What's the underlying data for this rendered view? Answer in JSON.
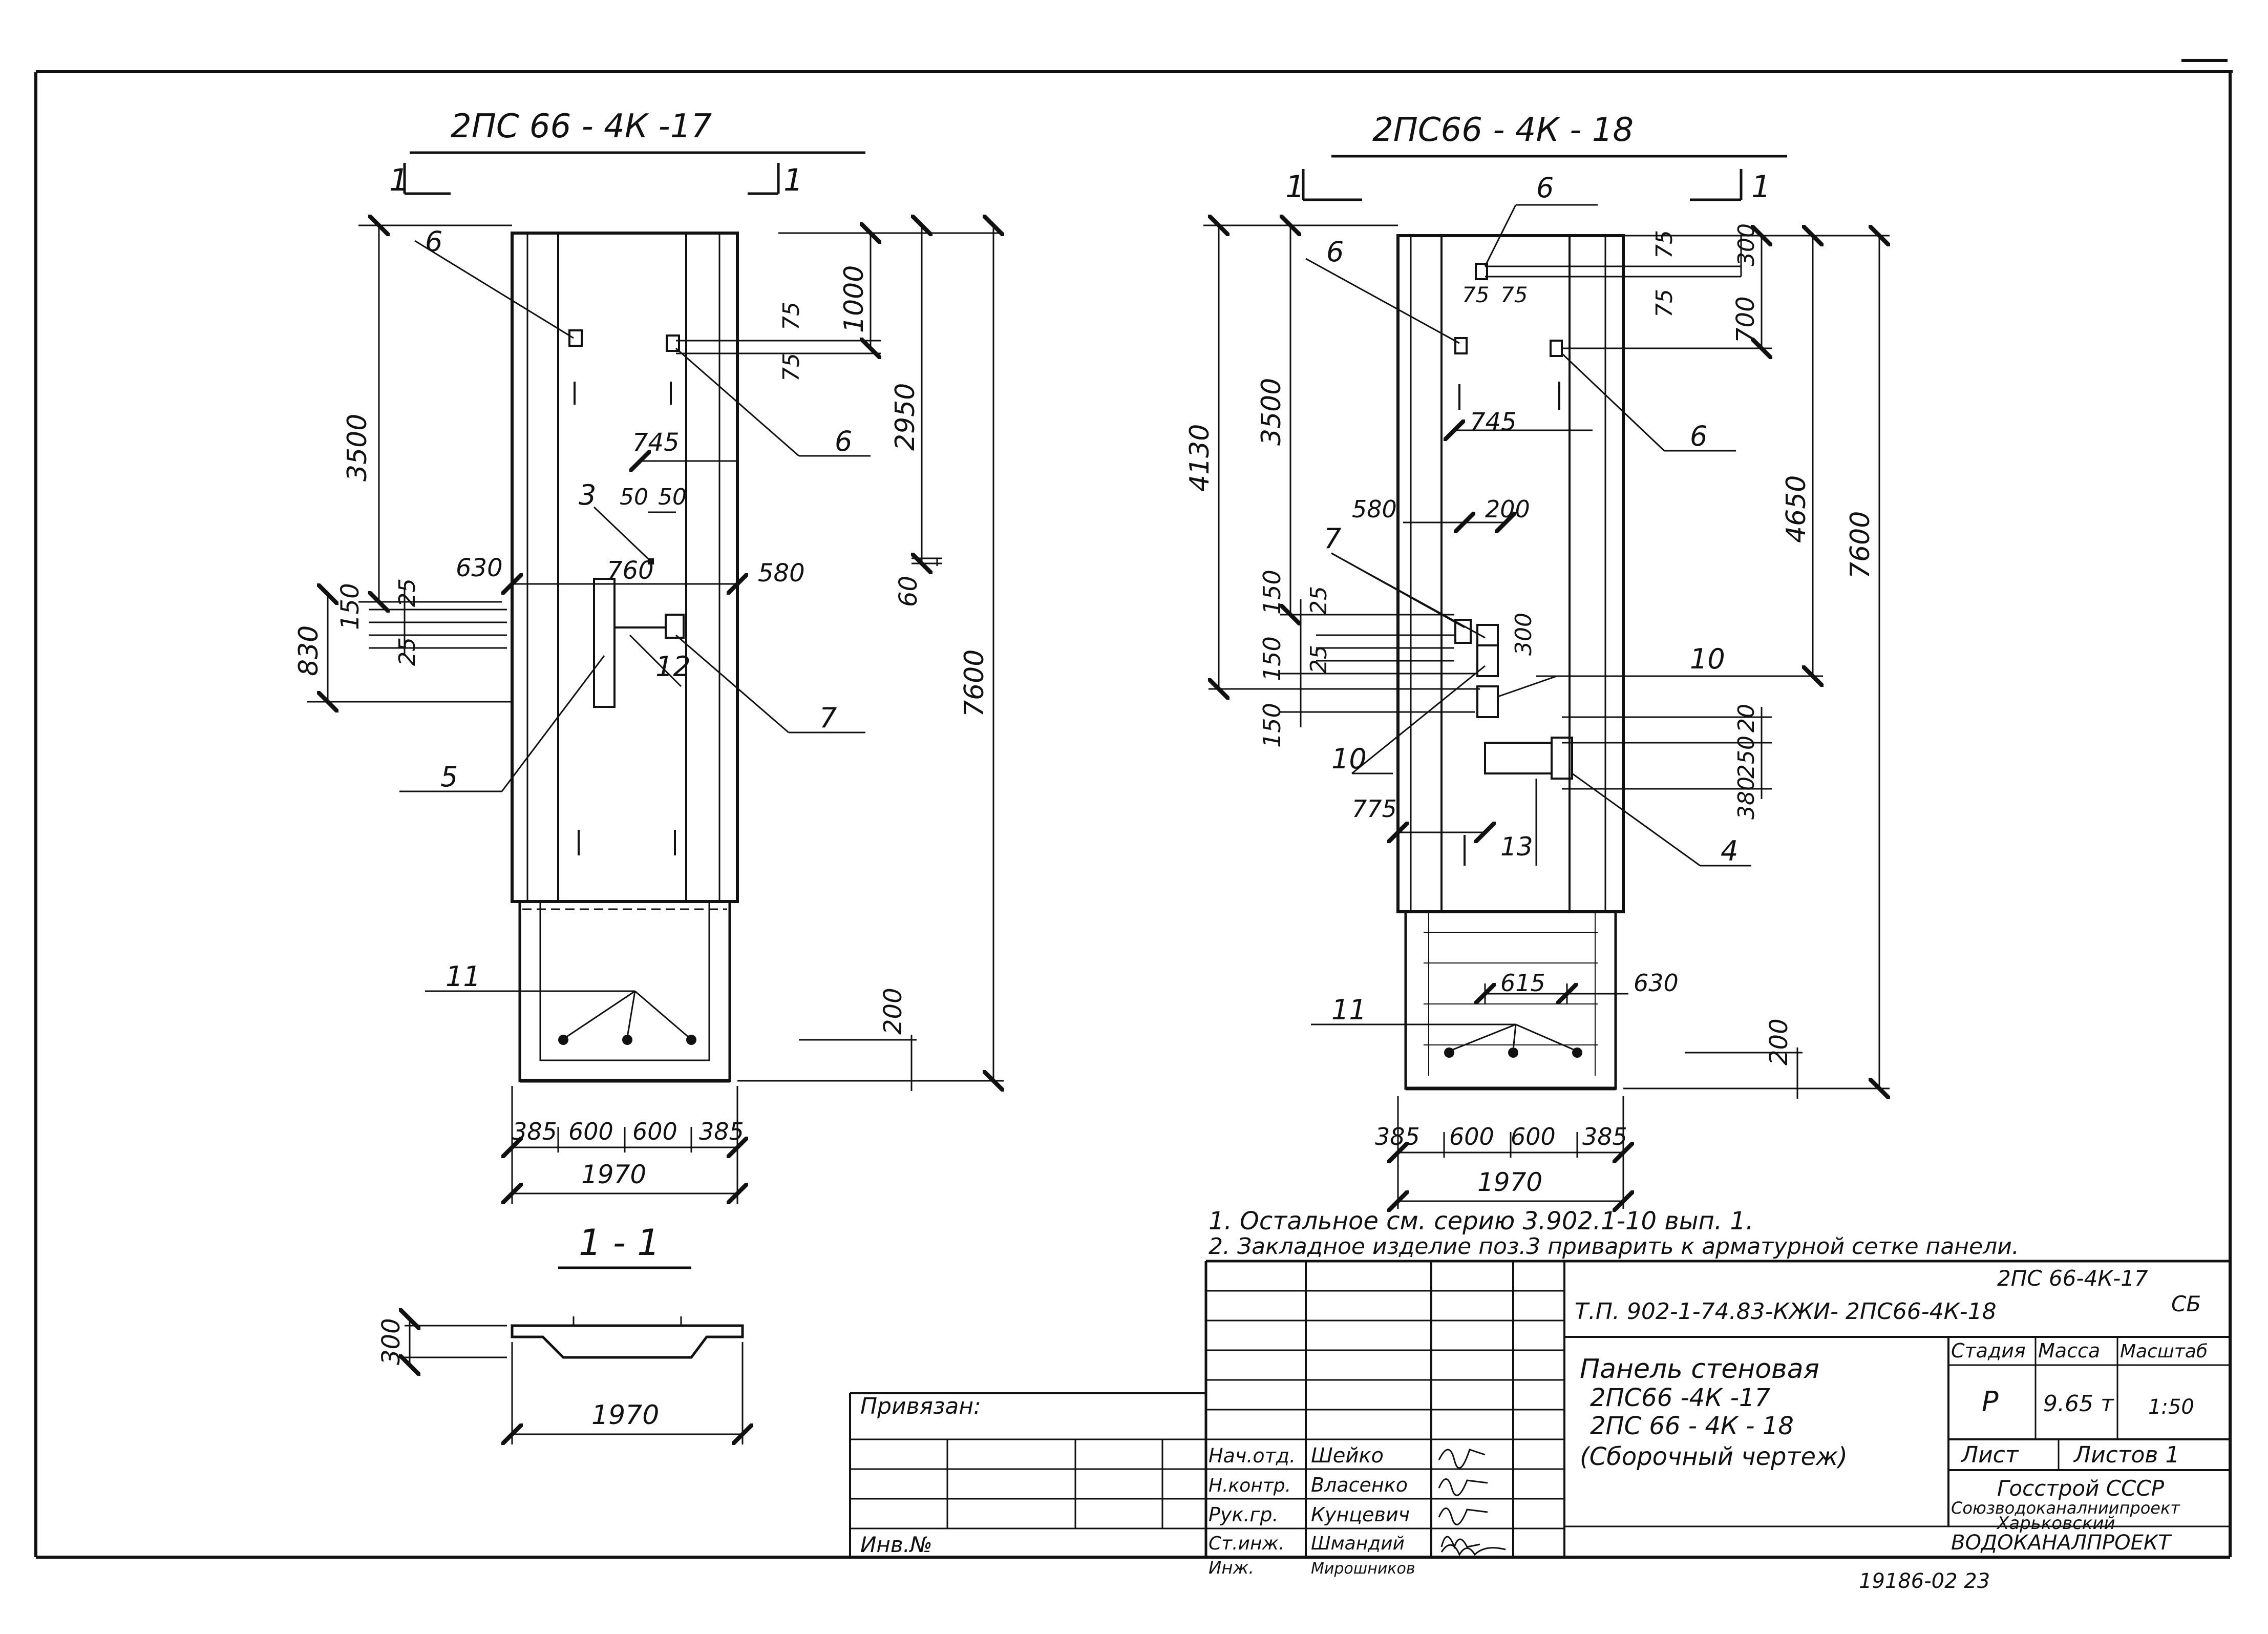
{
  "drawings": {
    "left_title": "2ПС 66 - 4К -17",
    "right_title": "2ПС66 - 4К - 18",
    "section_title": "1 - 1",
    "section_marks": {
      "left": "1",
      "right": "1"
    }
  },
  "left_panel": {
    "dims_vertical": [
      "3500",
      "1000",
      "2950",
      "7600",
      "830",
      "150",
      "25",
      "25",
      "75",
      "75",
      "60",
      "200"
    ],
    "dims_horizontal": [
      "745",
      "50",
      "50",
      "630",
      "760",
      "580"
    ],
    "bottom_dims": [
      "385",
      "600",
      "600",
      "385"
    ],
    "bottom_total": "1970",
    "callouts": [
      "6",
      "6",
      "3",
      "12",
      "7",
      "5",
      "11"
    ]
  },
  "right_panel": {
    "dims_vertical": [
      "4130",
      "3500",
      "300",
      "700",
      "4650",
      "7600",
      "150",
      "25",
      "150",
      "25",
      "150",
      "300",
      "20",
      "250",
      "380",
      "75",
      "75",
      "200"
    ],
    "dims_horizontal": [
      "75",
      "75",
      "745",
      "580",
      "200",
      "775",
      "615",
      "630"
    ],
    "bottom_dims": [
      "385",
      "600",
      "600",
      "385"
    ],
    "bottom_total": "1970",
    "callouts": [
      "6",
      "6",
      "6",
      "7",
      "10",
      "10",
      "4",
      "13",
      "11"
    ]
  },
  "section": {
    "height_dim": "300",
    "width_dim": "1970"
  },
  "notes": [
    "1. Остальное  см.  серию  3.902.1-10  вып. 1.",
    "2. Закладное изделие поз.3 приварить к арматурной сетке панели."
  ],
  "title_block": {
    "designation": "Т.П. 902-1-74.83-КЖИ- 2ПС66-4К-18",
    "designation_line1": "2ПС 66-4К-17",
    "mark": "СБ",
    "title_lines": [
      "Панель стеновая",
      "2ПС66 -4К -17",
      "2ПС 66 - 4К - 18",
      "(Сборочный чертеж)"
    ],
    "headers": [
      "Стадия",
      "Масса",
      "Масштаб"
    ],
    "stage": "Р",
    "mass": "9.65 т",
    "scale": "1:50",
    "sheet_label": "Лист",
    "sheets_label": "Листов 1",
    "org_lines": [
      "Госстрой СССР",
      "Союзводоканалниипроект",
      "Харьковский",
      "ВОДОКАНАЛПРОЕКТ"
    ],
    "signatories": [
      {
        "role": "Нач.отд.",
        "name": "Шейко"
      },
      {
        "role": "Н.контр.",
        "name": "Власенко"
      },
      {
        "role": "Рук.гр.",
        "name": "Кунцевич"
      },
      {
        "role": "Ст.инж.",
        "name": "Шмандий"
      },
      {
        "role": "Инж.",
        "name": "Мирошников"
      }
    ],
    "tied_label": "Привязан:",
    "inv_label": "Инв.№",
    "archive_no": "19186-02   23"
  }
}
